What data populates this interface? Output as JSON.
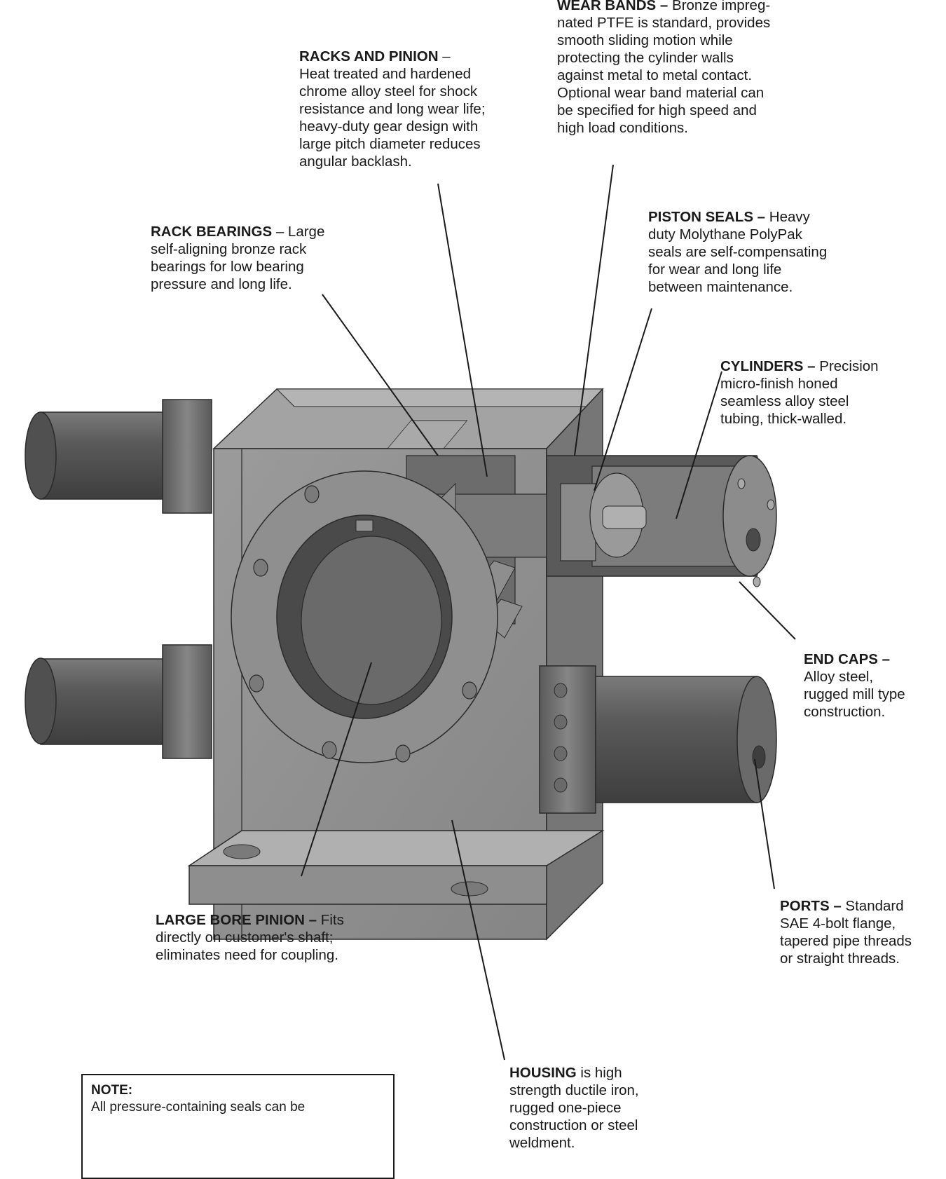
{
  "labels": {
    "wear_bands": {
      "heading": "WEAR BANDS –",
      "lines": [
        "Bronze impreg-",
        "nated PTFE is standard, provides",
        "smooth sliding motion while",
        "protecting the cylinder walls",
        "against metal to metal contact.",
        "Optional wear band material can",
        "be specified for high speed and",
        "high load conditions."
      ]
    },
    "racks_and_pinion": {
      "heading": "RACKS AND PINION",
      "lines": [
        "–",
        "Heat treated and hardened",
        "chrome alloy steel for shock",
        "resistance and long wear life;",
        "heavy-duty gear design with",
        "large pitch diameter reduces",
        "angular backlash."
      ]
    },
    "rack_bearings": {
      "heading": "RACK BEARINGS",
      "lines": [
        "– Large",
        "self-aligning bronze rack",
        "bearings for low bearing",
        "pressure and long life."
      ]
    },
    "piston_seals": {
      "heading": "PISTON SEALS –",
      "lines": [
        "Heavy",
        "duty Molythane PolyPak",
        "seals are self-compensating",
        "for wear and long life",
        "between maintenance."
      ]
    },
    "cylinders": {
      "heading": "CYLINDERS –",
      "lines": [
        "Precision",
        "micro-finish honed",
        "seamless alloy steel",
        "tubing, thick-walled."
      ]
    },
    "end_caps": {
      "heading": "END CAPS –",
      "lines": [
        "",
        "Alloy steel,",
        "rugged mill type",
        "construction."
      ]
    },
    "ports": {
      "heading": "PORTS –",
      "lines": [
        "Standard",
        "SAE 4-bolt flange,",
        "tapered pipe threads",
        "or straight threads."
      ]
    },
    "large_bore_pinion": {
      "heading": "LARGE BORE PINION –",
      "lines": [
        "Fits",
        "directly on customer's shaft;",
        "eliminates need for coupling."
      ]
    },
    "housing": {
      "heading": "HOUSING",
      "lines": [
        "is high",
        "strength ductile iron,",
        "rugged one-piece",
        "construction or steel",
        "weldment."
      ]
    }
  },
  "note": {
    "heading": "NOTE:",
    "text": "All pressure-containing seals can be"
  },
  "colors": {
    "metal_dark": "#4a4a4a",
    "metal_mid": "#6e6e6e",
    "metal_light": "#9a9a9a",
    "metal_face": "#8a8a8a",
    "leader": "#1a1a1a"
  }
}
